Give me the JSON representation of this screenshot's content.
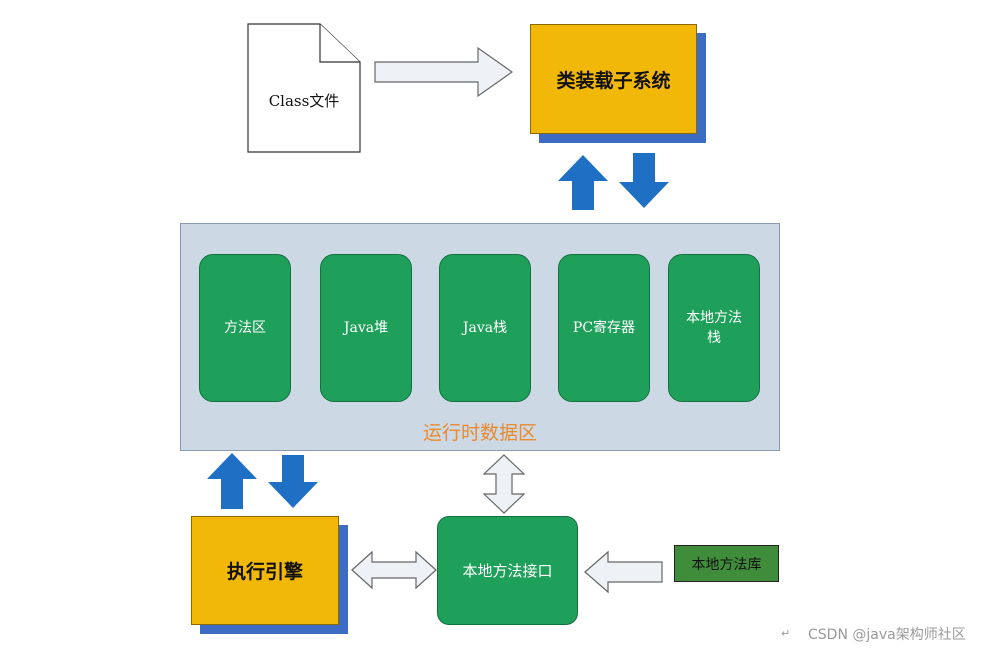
{
  "class_file": {
    "label": "Class文件"
  },
  "class_loader": {
    "label": "类装载子系统"
  },
  "runtime_data_area": {
    "label": "运行时数据区",
    "areas": [
      {
        "label": "方法区"
      },
      {
        "label": "Java堆"
      },
      {
        "label": "Java栈"
      },
      {
        "label": "PC寄存器"
      },
      {
        "label": "本地方法\n栈"
      }
    ]
  },
  "execution_engine": {
    "label": "执行引擎"
  },
  "native_interface": {
    "label": "本地方法接口"
  },
  "native_library": {
    "label": "本地方法库"
  },
  "watermark": {
    "text": "CSDN @java架构师社区"
  },
  "colors": {
    "yellow_box": "#f2b807",
    "box_shadow": "#3d6cc4",
    "green_area": "#1fa05a",
    "runtime_bg": "#ccd8e4",
    "runtime_label": "#e98a2c",
    "blue_arrow": "#1f6fc4",
    "hollow_arrow_fill": "#eef2f7"
  }
}
